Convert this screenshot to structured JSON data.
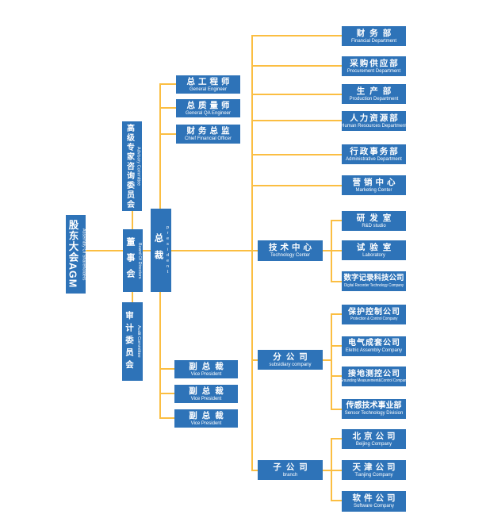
{
  "colors": {
    "box_blue": "#2e73b8",
    "line_gold": "#fbbe42",
    "text": "#ffffff"
  },
  "chart": {
    "agm": {
      "title": "股东大会AGM",
      "subtitle": "Assembly Of Shareholders"
    },
    "committees": {
      "advisory": {
        "title": "高级专家咨询委员会",
        "subtitle": "Advisory Committee"
      },
      "board": {
        "title": "董事会",
        "subtitle": "Board Of Directors"
      },
      "audit": {
        "title": "审计委员会",
        "subtitle": "Audit Committee"
      }
    },
    "president": {
      "title": "总裁",
      "subtitle": "president"
    },
    "staff": [
      {
        "title": "总工程师",
        "subtitle": "General Engineer"
      },
      {
        "title": "总质量师",
        "subtitle": "General QA Engineer"
      },
      {
        "title": "财务总监",
        "subtitle": "Chief Financial Officer"
      }
    ],
    "vps": [
      {
        "title": "副总裁",
        "subtitle": "Vice President"
      },
      {
        "title": "副总裁",
        "subtitle": "Vice President"
      },
      {
        "title": "副总裁",
        "subtitle": "Vice President"
      }
    ],
    "departments": [
      {
        "title": "财务部",
        "subtitle": "Financial Department"
      },
      {
        "title": "采购供应部",
        "subtitle": "Procurement Department"
      },
      {
        "title": "生产部",
        "subtitle": "Production Department"
      },
      {
        "title": "人力资源部",
        "subtitle": "Human Resources Department"
      },
      {
        "title": "行政事务部",
        "subtitle": "Administrative Department"
      },
      {
        "title": "营销中心",
        "subtitle": "Marketing Center"
      }
    ],
    "tech": {
      "center": {
        "title": "技术中心",
        "subtitle": "Technology Center"
      },
      "subs": [
        {
          "title": "研发室",
          "subtitle": "R&D studio"
        },
        {
          "title": "试验室",
          "subtitle": "Laboratory"
        },
        {
          "title": "数字记录科技公司",
          "subtitle": "Digital Recorder Technology Company"
        }
      ]
    },
    "subsidiary": {
      "center": {
        "title": "分公司",
        "subtitle": "subsidiary company"
      },
      "subs": [
        {
          "title": "保护控制公司",
          "subtitle": "Protection & Control Company"
        },
        {
          "title": "电气成套公司",
          "subtitle": "Eletric Assembly Company"
        },
        {
          "title": "接地测控公司",
          "subtitle": "Grounding Measurement&Control Company"
        },
        {
          "title": "传感技术事业部",
          "subtitle": "Sensor Technology Division"
        }
      ]
    },
    "branch": {
      "center": {
        "title": "子公司",
        "subtitle": "branch"
      },
      "subs": [
        {
          "title": "北京公司",
          "subtitle": "Beijing Company"
        },
        {
          "title": "天津公司",
          "subtitle": "Tianjing Company"
        },
        {
          "title": "软件公司",
          "subtitle": "Software Company"
        }
      ]
    }
  }
}
